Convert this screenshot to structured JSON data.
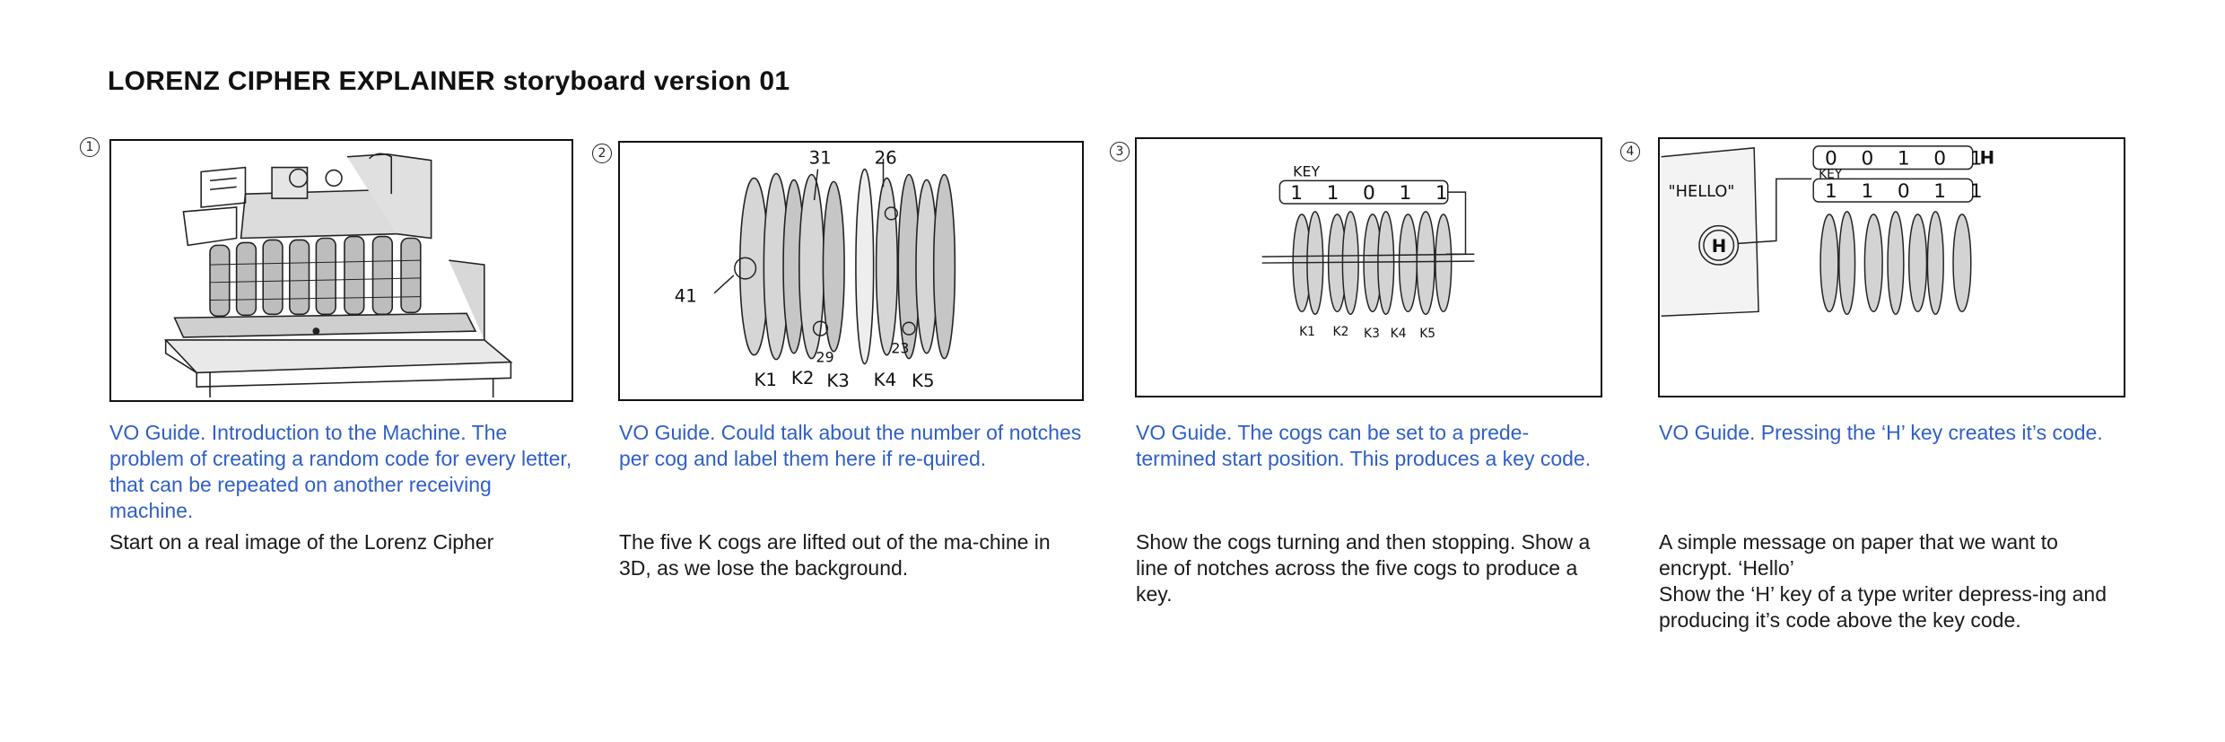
{
  "title": "LORENZ CIPHER EXPLAINER storyboard version 01",
  "panels": [
    {
      "number": "1",
      "sketch_labels": [],
      "vo": "VO Guide. Introduction to the Machine. The problem of creating a random code for every letter, that can be repeated on another receiving machine.",
      "description": [
        "Start on a real image of the Lorenz Cipher"
      ]
    },
    {
      "number": "2",
      "sketch_labels": [
        "31",
        "26",
        "41",
        "29",
        "23",
        "K1",
        "K2",
        "K3",
        "K4",
        "K5"
      ],
      "vo": "VO Guide. Could talk about the number of notches per cog and label them here if re-quired.",
      "description": [
        "The five K cogs are lifted out of the ma-chine in 3D, as we lose the background."
      ]
    },
    {
      "number": "3",
      "sketch_labels": [
        "KEY",
        "1 1 0 1 1",
        "K1",
        "K2",
        "K3",
        "K4",
        "K5"
      ],
      "vo": "VO Guide. The cogs can be set to a prede-termined start position. This produces a key code.",
      "description": [
        "Show the cogs turning and then stopping. Show a line of notches across the five cogs to produce a key."
      ]
    },
    {
      "number": "4",
      "sketch_labels": [
        "\"HELLO\"",
        "H",
        "0 0 1 0 1",
        "KEY",
        "1 1 0 1 1",
        "H"
      ],
      "vo": "VO Guide. Pressing the ‘H’ key creates it’s code.",
      "description": [
        "A simple message on paper that we want to encrypt. ‘Hello’",
        "Show the ‘H’ key of a type writer depress-ing and producing it’s code above the key code."
      ]
    }
  ]
}
